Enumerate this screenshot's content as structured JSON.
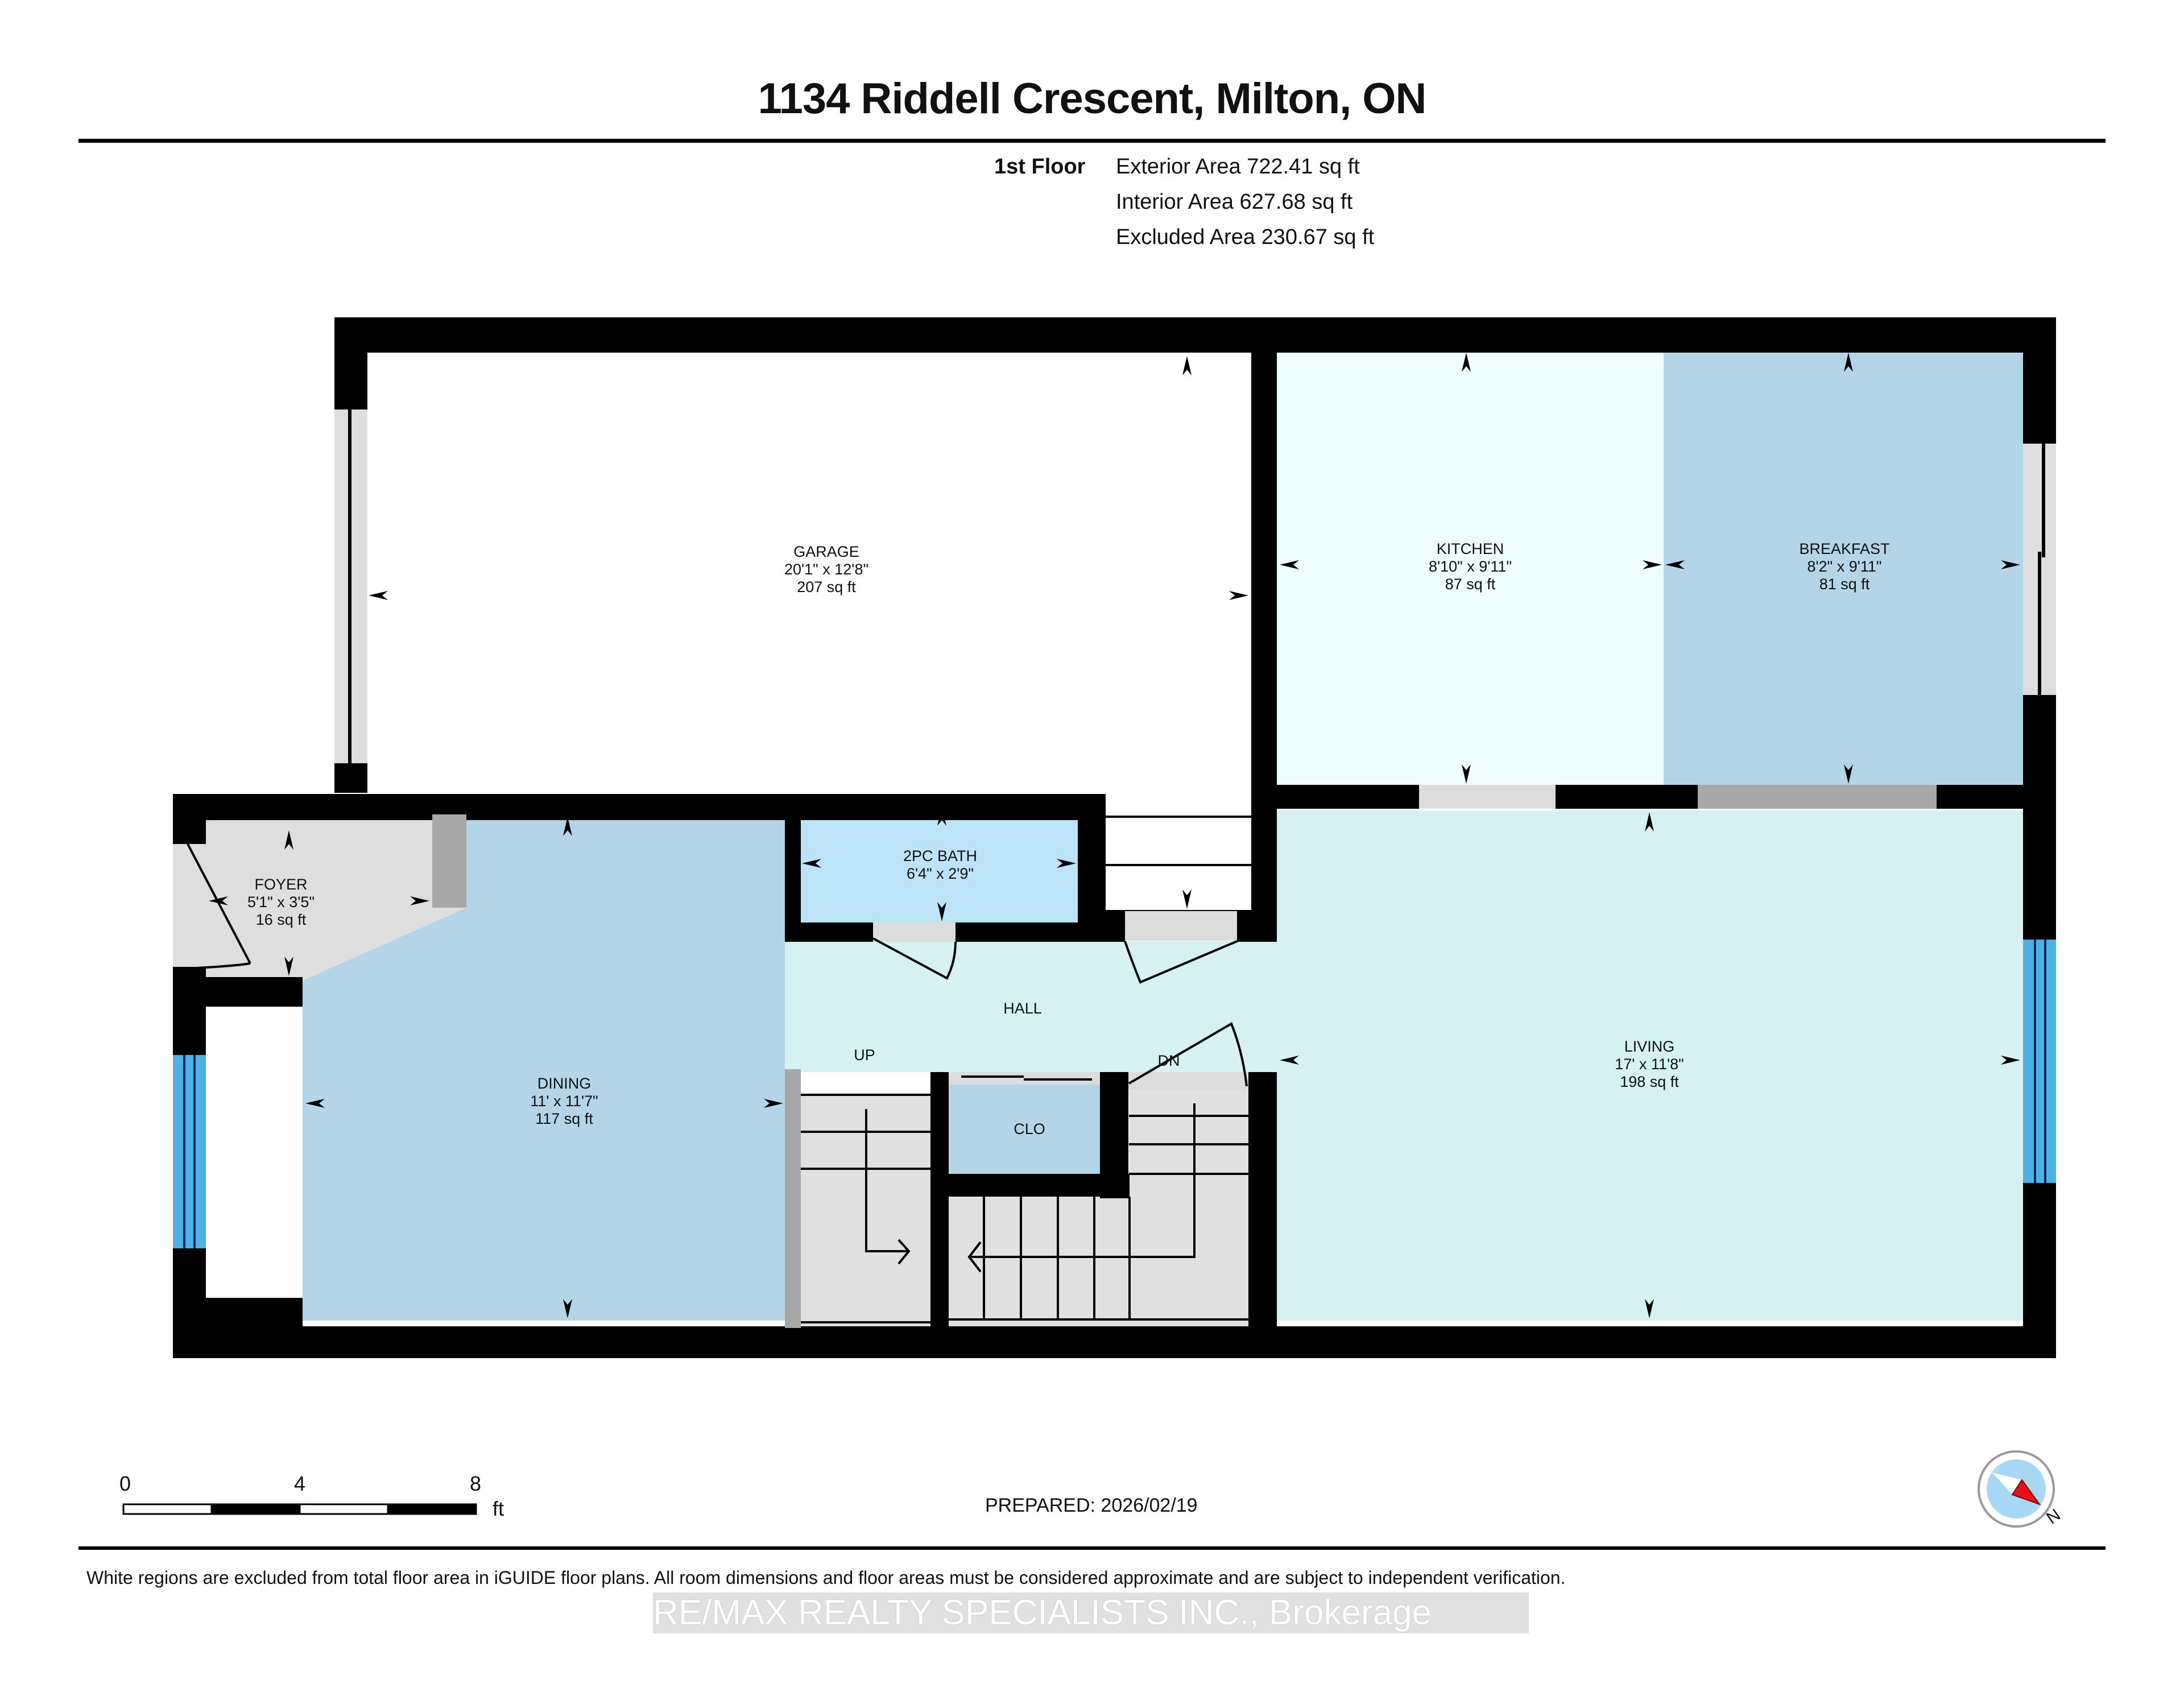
{
  "header": {
    "title": "1134 Riddell Crescent, Milton, ON"
  },
  "floor_summary": {
    "floor_name": "1st Floor",
    "exterior_area": "Exterior Area 722.41 sq ft",
    "interior_area": "Interior Area 627.68 sq ft",
    "excluded_area": "Excluded Area 230.67 sq ft"
  },
  "rooms": {
    "garage": {
      "name": "GARAGE",
      "dims": "20'1\" x 12'8\"",
      "area": "207 sq ft"
    },
    "kitchen": {
      "name": "KITCHEN",
      "dims": "8'10\" x 9'11\"",
      "area": "87 sq ft"
    },
    "breakfast": {
      "name": "BREAKFAST",
      "dims": "8'2\" x 9'11\"",
      "area": "81 sq ft"
    },
    "foyer": {
      "name": "FOYER",
      "dims": "5'1\" x 3'5\"",
      "area": "16 sq ft"
    },
    "bath": {
      "name": "2PC BATH",
      "dims": "6'4\" x 2'9\""
    },
    "dining": {
      "name": "DINING",
      "dims": "11' x 11'7\"",
      "area": "117 sq ft"
    },
    "hall": {
      "name": "HALL"
    },
    "living": {
      "name": "LIVING",
      "dims": "17' x 11'8\"",
      "area": "198 sq ft"
    },
    "closet": {
      "name": "CLO"
    },
    "stairs_up": {
      "name": "UP"
    },
    "stairs_down": {
      "name": "DN"
    }
  },
  "colors": {
    "wall": "#000000",
    "garage_fill": "#ffffff",
    "kitchen_fill": "#eefcfc",
    "breakfast_fill": "#b4d4e8",
    "dining_fill": "#b4d4e8",
    "bath_fill": "#bde3f8",
    "hall_living_fill": "#d6f1f2",
    "closet_fill": "#b4d4e8",
    "stairs_fill": "#e0e0e0",
    "window_fill": "#4fb0e4",
    "opening_fill": "#dcdcdc",
    "compass_red": "#e8101a",
    "compass_blue": "#a9d8f5"
  },
  "scale_bar": {
    "ticks": [
      "0",
      "4",
      "8"
    ],
    "unit": "ft"
  },
  "footer": {
    "prepared": "PREPARED: 2026/02/19",
    "compass_label": "N",
    "disclaimer": "White regions are excluded from total floor area in iGUIDE floor plans. All room dimensions and floor areas must be considered approximate and are subject to independent verification.",
    "watermark": "RE/MAX REALTY SPECIALISTS INC., Brokerage"
  }
}
